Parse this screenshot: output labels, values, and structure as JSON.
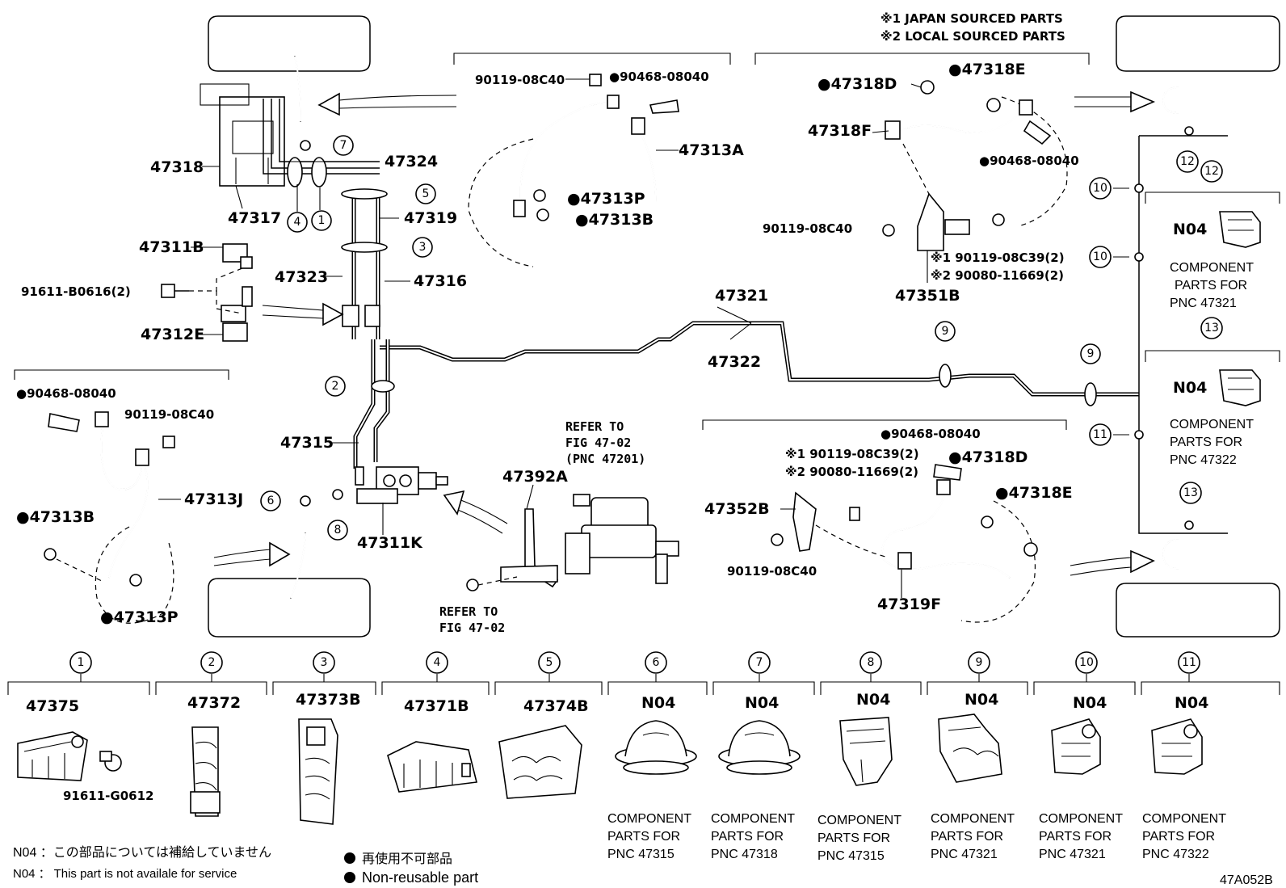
{
  "notes_top": [
    "※1 JAPAN SOURCED PARTS",
    "※2 LOCAL SOURCED PARTS"
  ],
  "labels": {
    "p47318": "47318",
    "p47317": "47317",
    "p47324": "47324",
    "p47319": "47319",
    "p47323": "47323",
    "p47316": "47316",
    "p47311B": "47311B",
    "p47312E": "47312E",
    "p91611_B0616": "91611-B0616(2)",
    "p47315": "47315",
    "p47311K": "47311K",
    "p47321": "47321",
    "p47322": "47322",
    "p47313A": "47313A",
    "p90119_08C40_top": "90119-08C40",
    "p90468_08040_top": "●90468-08040",
    "p47313P_top": "●47313P",
    "p47313B_top": "●47313B",
    "p47318D_top": "●47318D",
    "p47318E_top": "●47318E",
    "p47318F": "47318F",
    "p90468_08040_r": "●90468-08040",
    "p90119_08C40_r": "90119-08C40",
    "p90119_08C39_r": "※1 90119-08C39(2)",
    "p90080_11669_r": "※2 90080-11669(2)",
    "p47351B": "47351B",
    "p90468_08040_l": "●90468-08040",
    "p90119_08C40_l": "90119-08C40",
    "p47313J": "47313J",
    "p47313B_l": "●47313B",
    "p47313P_l": "●47313P",
    "p47392A": "47392A",
    "refer_mc": [
      "REFER TO",
      "FIG 47-02",
      "(PNC 47201)"
    ],
    "refer_fig": [
      "REFER TO",
      "FIG 47-02"
    ],
    "p90468_08040_b": "●90468-08040",
    "p90119_08C39_b": "※1 90119-08C39(2)",
    "p90080_11669_b": "※2 90080-11669(2)",
    "p47318D_b": "●47318D",
    "p47318E_b": "●47318E",
    "p47352B": "47352B",
    "p90119_08C40_b": "90119-08C40",
    "p47319F": "47319F"
  },
  "callout_numbers": [
    "1",
    "2",
    "3",
    "4",
    "5",
    "6",
    "7",
    "8",
    "9",
    "10",
    "11",
    "12",
    "13"
  ],
  "side_components": [
    {
      "code": "N04",
      "text": [
        "COMPONENT",
        "PARTS FOR",
        "PNC 47321"
      ]
    },
    {
      "code": "N04",
      "text": [
        "COMPONENT",
        "PARTS FOR",
        "PNC 47322"
      ]
    }
  ],
  "bottom_parts": [
    {
      "num": "1",
      "part": "47375",
      "extra": "91611-G0612",
      "text": []
    },
    {
      "num": "2",
      "part": "47372",
      "text": []
    },
    {
      "num": "3",
      "part": "47373B",
      "text": []
    },
    {
      "num": "4",
      "part": "47371B",
      "text": []
    },
    {
      "num": "5",
      "part": "47374B",
      "text": []
    },
    {
      "num": "6",
      "part": "N04",
      "text": [
        "COMPONENT",
        "PARTS FOR",
        "PNC 47315"
      ]
    },
    {
      "num": "7",
      "part": "N04",
      "text": [
        "COMPONENT",
        "PARTS FOR",
        "PNC 47318"
      ]
    },
    {
      "num": "8",
      "part": "N04",
      "text": [
        "COMPONENT",
        "PARTS FOR",
        "PNC 47315"
      ]
    },
    {
      "num": "9",
      "part": "N04",
      "text": [
        "COMPONENT",
        "PARTS FOR",
        "PNC 47321"
      ]
    },
    {
      "num": "10",
      "part": "N04",
      "text": [
        "COMPONENT",
        "PARTS FOR",
        "PNC 47321"
      ]
    },
    {
      "num": "11",
      "part": "N04",
      "text": [
        "COMPONENT",
        "PARTS FOR",
        "PNC 47322"
      ]
    }
  ],
  "legend": {
    "n04_jp": "N04 ：この部品については補給していません",
    "n04_en": "N04 ： This part is not availale for service",
    "nonreuse_jp": "再使用不可部品",
    "nonreuse_en": "Non-reusable part"
  },
  "figure_code": "47A052B"
}
